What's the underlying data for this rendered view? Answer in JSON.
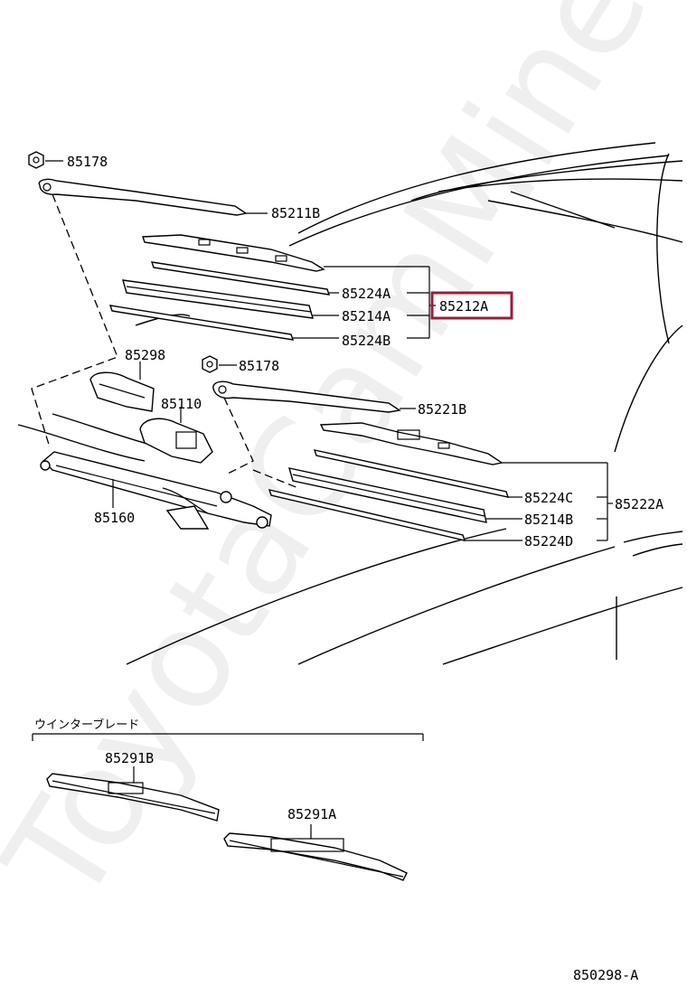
{
  "diagram": {
    "figure_code": "850298-A",
    "watermark": "ToyotaCamMine.ru",
    "highlight_color": "#9b1c3a",
    "labels": {
      "p85178_top": "85178",
      "p85211B": "85211B",
      "p85224A": "85224A",
      "p85214A": "85214A",
      "p85224B": "85224B",
      "p85212A": "85212A",
      "p85298": "85298",
      "p85178_mid": "85178",
      "p85110": "85110",
      "p85221B": "85221B",
      "p85160": "85160",
      "p85224C": "85224C",
      "p85214B": "85214B",
      "p85224D": "85224D",
      "p85222A": "85222A",
      "p85291B": "85291B",
      "p85291A": "85291A"
    },
    "winter_blade_section_title": "ウインターブレード"
  }
}
